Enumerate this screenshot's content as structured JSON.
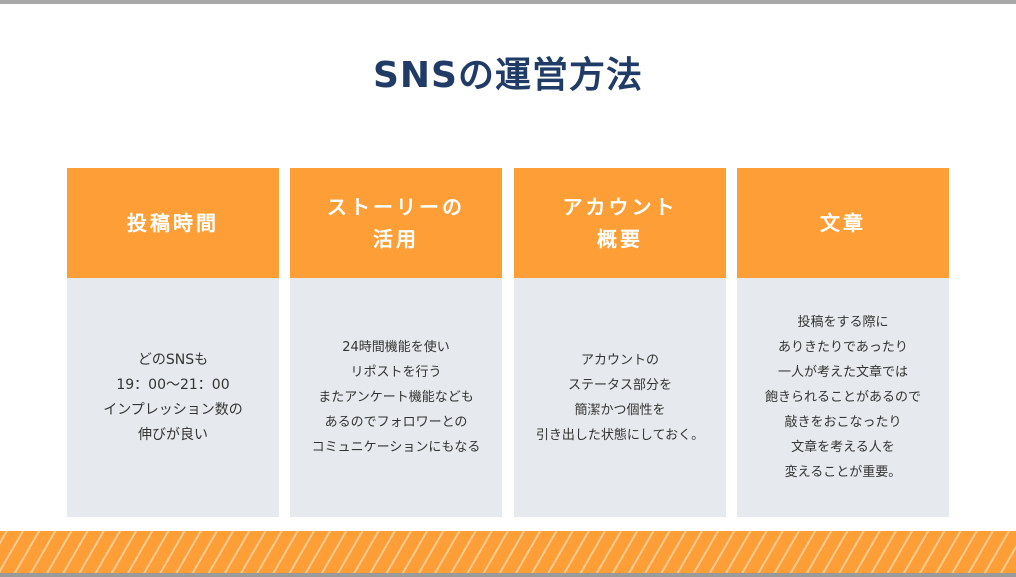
{
  "slide": {
    "title": "SNSの運営方法"
  },
  "cards": [
    {
      "heading": "投稿時間",
      "body": "どのSNSも\n19：00〜21：00\nインプレッション数の\n伸びが良い"
    },
    {
      "heading": "ストーリーの\n活用",
      "body": "24時間機能を使い\nリポストを行う\nまたアンケート機能なども\nあるのでフォロワーとの\nコミュニケーションにもなる"
    },
    {
      "heading": "アカウント\n概要",
      "body": "アカウントの\nステータス部分を\n簡潔かつ個性を\n引き出した状態にしておく。"
    },
    {
      "heading": "文章",
      "body": "投稿をする際に\nありきたりであったり\n一人が考えた文章では\n飽きられることがあるので\n敲きをおこなったり\n文章を考える人を\n変えることが重要。"
    }
  ],
  "colors": {
    "title": "#1f3b66",
    "accent": "#fd9f36",
    "card_body_bg": "#e6eaee"
  }
}
